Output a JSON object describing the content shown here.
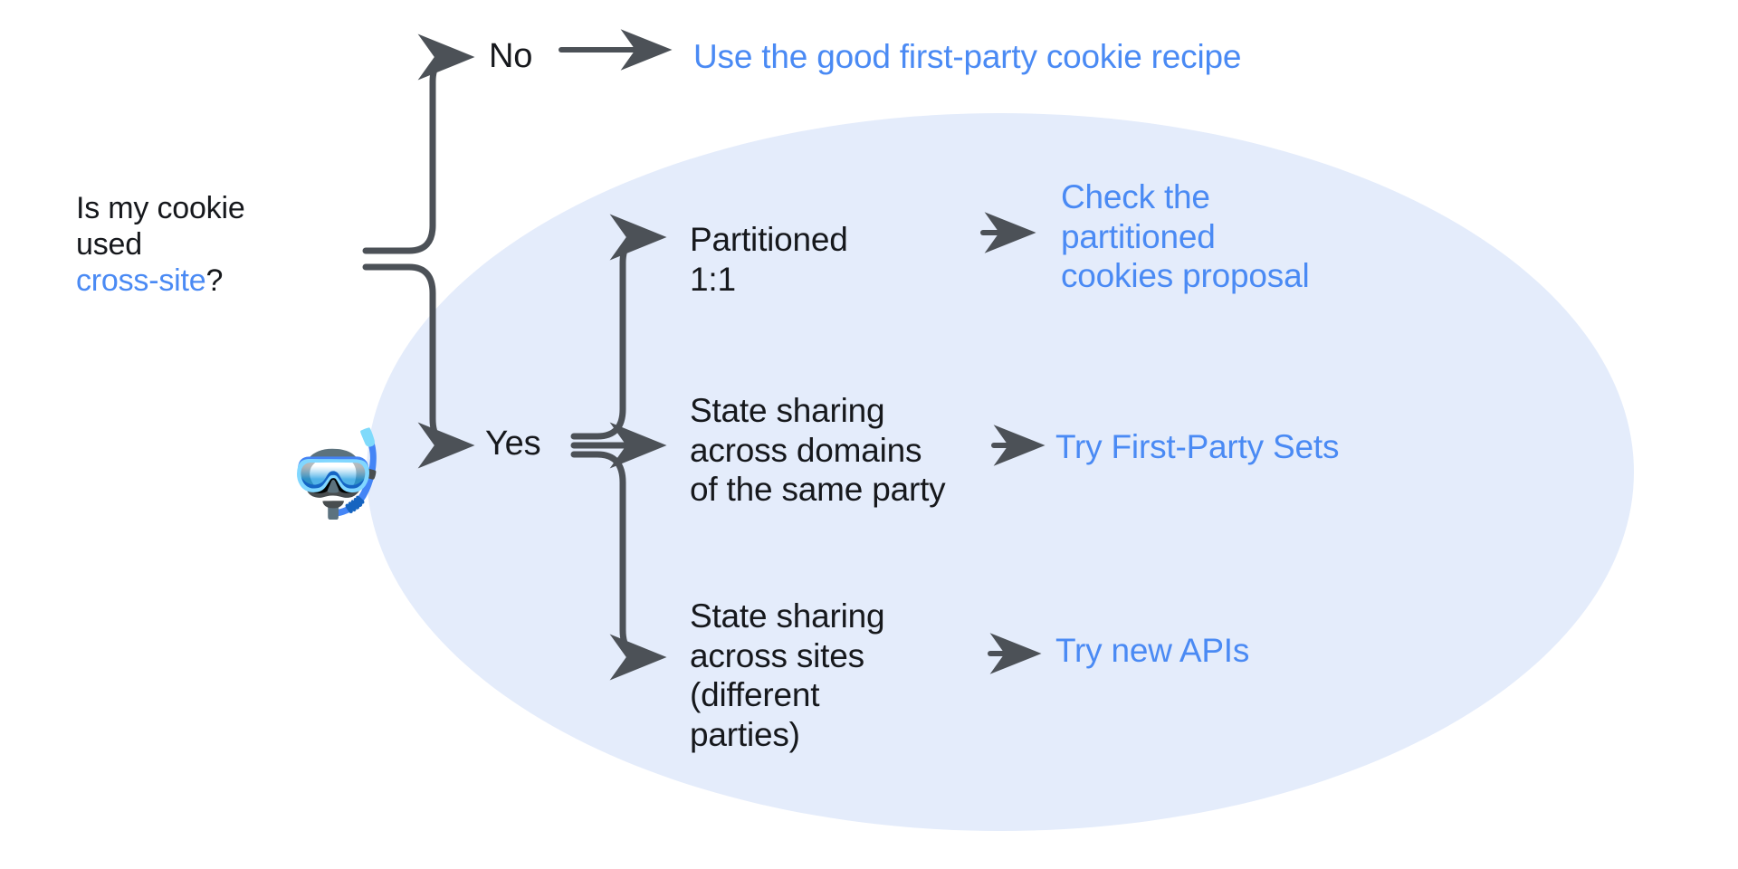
{
  "diagram": {
    "type": "decision-flowchart",
    "title_node": {
      "text_plain": "Is my cookie used cross-site?",
      "line1": "Is my cookie",
      "line2": "used ",
      "highlight": "cross-site",
      "suffix": "?"
    },
    "branches": {
      "no_label": "No",
      "yes_label": "Yes"
    },
    "outcomes": {
      "no_result": "Use the good first-party cookie recipe",
      "partitioned_condition": "Partitioned\n1:1",
      "partitioned_result": "Check the\npartitioned\ncookies proposal",
      "domains_condition": "State sharing\nacross domains\nof the same party",
      "domains_result": "Try First-Party Sets",
      "sites_condition": "State sharing\nacross sites\n(different\nparties)",
      "sites_result": "Try new APIs"
    },
    "decoration": {
      "emoji": "🤿",
      "emoji_name": "diving-mask-emoji",
      "ellipse_label": "cross-site-region-highlight"
    },
    "colors": {
      "link_blue": "#4a8af4",
      "text_black": "#16181c",
      "arrow_gray": "#4c5157",
      "ellipse_fill": "#e4ecfb",
      "background": "#ffffff"
    }
  }
}
